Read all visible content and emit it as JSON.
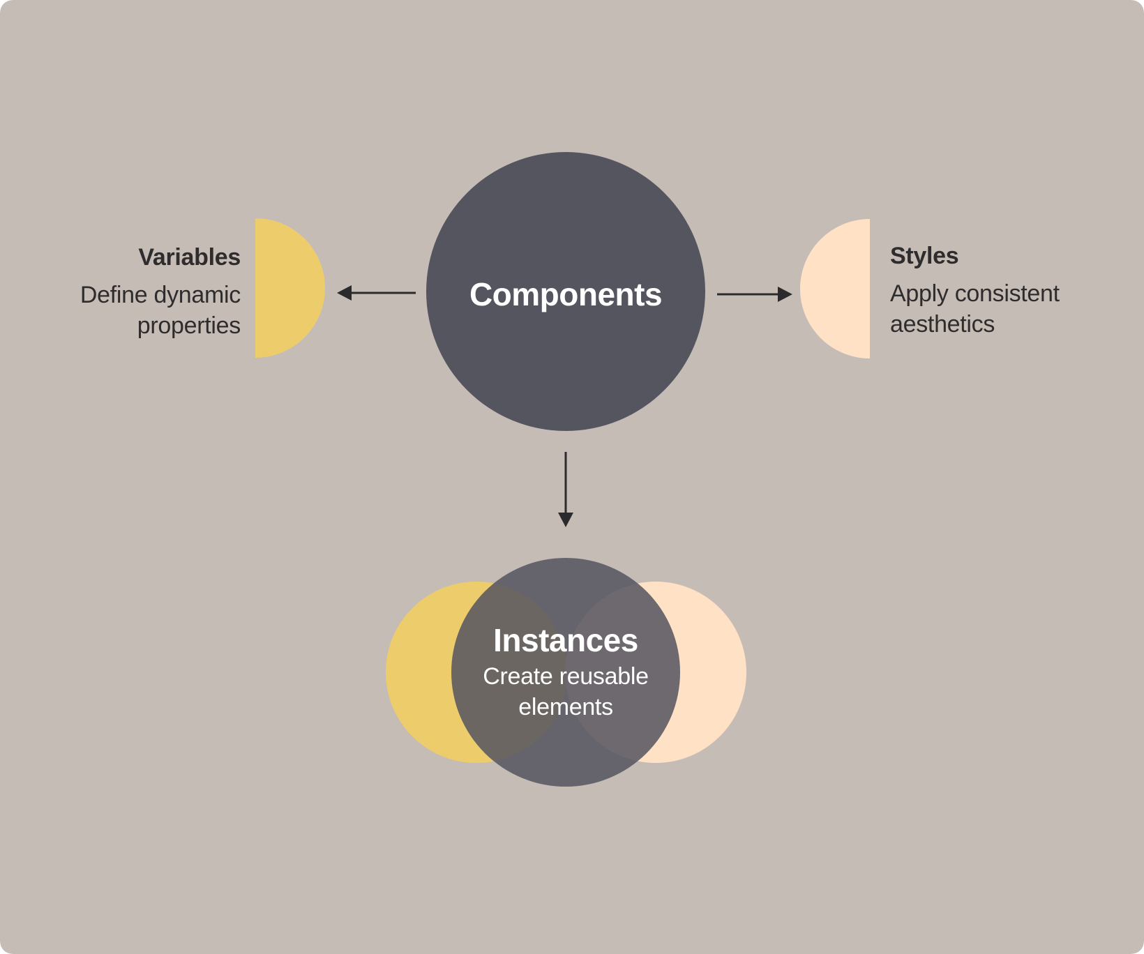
{
  "colors": {
    "background": "#c6bcb6",
    "dark_circle": "#555560",
    "yellow": "#edcd6b",
    "peach": "#ffe2c6",
    "arrow": "#2b2b2e",
    "text_dark": "#2e2c2c",
    "text_light": "#ffffff"
  },
  "components": {
    "label": "Components"
  },
  "variables": {
    "title": "Variables",
    "description": "Define dynamic\nproperties"
  },
  "styles": {
    "title": "Styles",
    "description": "Apply consistent\naesthetics"
  },
  "instances": {
    "title": "Instances",
    "description": "Create reusable\nelements"
  }
}
